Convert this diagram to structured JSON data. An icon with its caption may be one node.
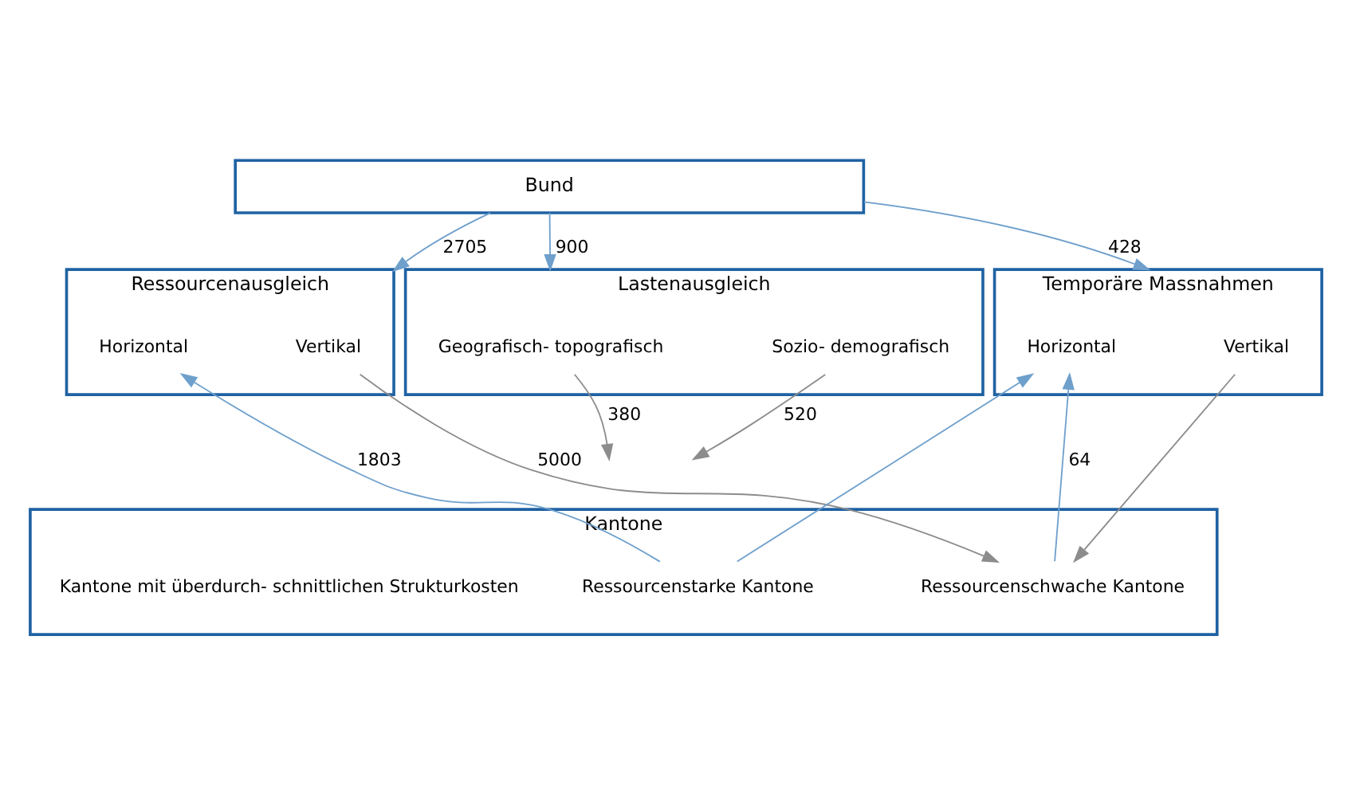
{
  "diagram": {
    "nodes": [
      {
        "text": [
          "Bund"
        ]
      },
      {
        "text": [
          "Lastenausgleich"
        ]
      },
      {
        "text": [
          "Geografisch- topografisch"
        ],
        "in": 1
      },
      {
        "text": [
          "Sozio- demografisch"
        ],
        "in": 1
      },
      {
        "text": [
          "Ressourcenausgleich"
        ]
      },
      {
        "text": [
          "Vertikal"
        ],
        "in": 4
      },
      {
        "text": [
          "Horizontal"
        ],
        "in": 4
      },
      {
        "text": [
          "Temporäre Massnahmen"
        ]
      },
      {
        "text": [
          "Vertikal"
        ],
        "in": 7
      },
      {
        "text": [
          "Horizontal"
        ],
        "in": 7
      },
      {
        "text": [
          "Kantone"
        ]
      },
      {
        "text": [
          "Kantone mit überdurch- schnittlichen Strukturkosten"
        ],
        "in": 10
      },
      {
        "text": [
          "Ressourcenschwache Kantone"
        ],
        "in": 10
      },
      {
        "text": [
          "Ressourcenstarke Kantone"
        ],
        "in": 10
      }
    ],
    "edges": [
      {
        "from": 0,
        "to": 1,
        "arrow": "to",
        "label": "900"
      },
      {
        "from": 0,
        "to": 4,
        "arrow": "to",
        "label": "2705"
      },
      {
        "from": 0,
        "to": 7,
        "arrow": "to",
        "label": "428"
      },
      {
        "from": 2,
        "to": null,
        "arrow": "to",
        "label": "380",
        "color": "#8c8c8c"
      },
      {
        "from": 3,
        "to": null,
        "arrow": "to",
        "label": "520",
        "color": "#8c8c8c"
      },
      {
        "from": 5,
        "to": 12,
        "arrow": "to",
        "label": "5000",
        "color": "#8c8c8c"
      },
      {
        "from": 8,
        "to": 12,
        "arrow": "to",
        "color": "#8c8c8c"
      },
      {
        "from": 13,
        "to": 6,
        "arrow": "to",
        "label": "1803"
      },
      {
        "from": 12,
        "to": 9,
        "arrow": "to",
        "label": "64"
      },
      {
        "from": 13,
        "to": 9,
        "arrow": "to"
      }
    ]
  }
}
